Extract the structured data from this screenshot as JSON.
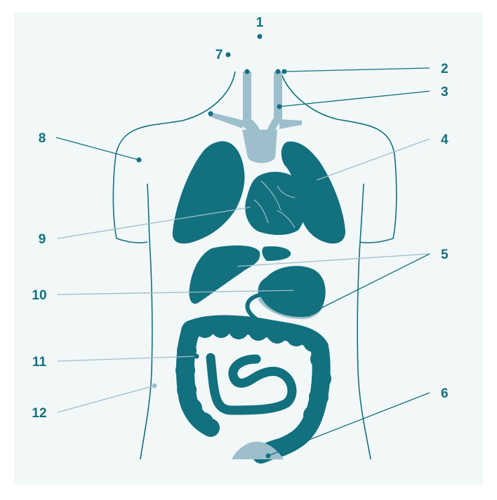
{
  "colors": {
    "background": "#f2f7f8",
    "organ_dark": "#12707f",
    "organ_light": "#9cbfcb",
    "outline": "#12707f",
    "label_text": "#12707f",
    "leader_light": "#9cbfcb"
  },
  "labels": [
    {
      "id": "1",
      "text": "1"
    },
    {
      "id": "2",
      "text": "2"
    },
    {
      "id": "3",
      "text": "3"
    },
    {
      "id": "4",
      "text": "4"
    },
    {
      "id": "5",
      "text": "5"
    },
    {
      "id": "6",
      "text": "6"
    },
    {
      "id": "7",
      "text": "7"
    },
    {
      "id": "8",
      "text": "8"
    },
    {
      "id": "9",
      "text": "9"
    },
    {
      "id": "10",
      "text": "10"
    },
    {
      "id": "11",
      "text": "11"
    },
    {
      "id": "12",
      "text": "12"
    }
  ]
}
